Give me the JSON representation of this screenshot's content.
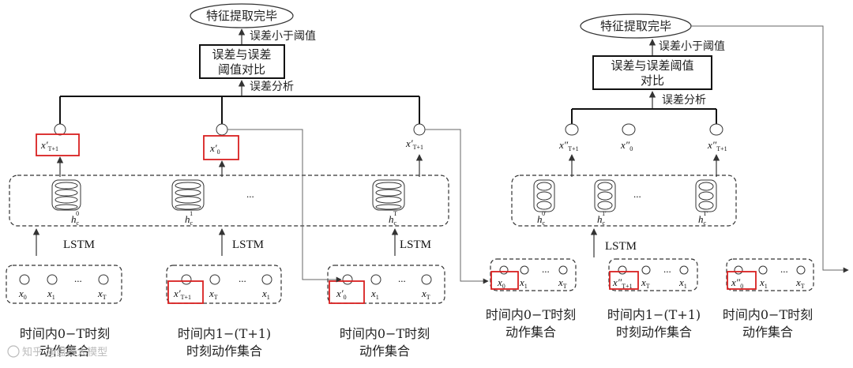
{
  "left": {
    "done_label": "特征提取完毕",
    "error_small_label": "误差小于阈值",
    "compare_label_line1": "误差与误差",
    "compare_label_line2": "阈值对比",
    "analysis_label": "误差分析",
    "outputs": [
      "x′",
      "x′",
      "x′"
    ],
    "output_subs": [
      "T+1",
      "0",
      "T+1"
    ],
    "hidden": [
      "h",
      "h",
      "h"
    ],
    "hidden_sups": [
      "0",
      "1",
      "T"
    ],
    "hidden_sub": "c",
    "ellipsis": "...",
    "lstm": "LSTM",
    "groups": [
      {
        "inputs": [
          "x",
          "x",
          "x"
        ],
        "subs": [
          "0",
          "1",
          "T"
        ],
        "caption1": "时间内0−T时刻",
        "caption2": "动作集合"
      },
      {
        "inputs": [
          "x′",
          "x",
          "x"
        ],
        "subs": [
          "T+1",
          "T",
          "1"
        ],
        "caption1": "时间内1−(T+1)",
        "caption2": "时刻动作集合"
      },
      {
        "inputs": [
          "x′",
          "x",
          "x"
        ],
        "subs": [
          "0",
          "1",
          "T"
        ],
        "caption1": "时间内0−T时刻",
        "caption2": "动作集合"
      }
    ]
  },
  "right": {
    "done_label": "特征提取完毕",
    "error_small_label": "误差小于阈值",
    "compare_label_line1": "误差与误差阈值",
    "compare_label_line2": "对比",
    "analysis_label": "误差分析",
    "outputs": [
      "x″",
      "x″",
      "x″"
    ],
    "output_subs": [
      "T+1",
      "0",
      "T+1"
    ],
    "hidden": [
      "h",
      "h",
      "h"
    ],
    "hidden_sups": [
      "0′",
      "1′",
      "T′"
    ],
    "hidden_sub": "c",
    "ellipsis": "...",
    "lstm": "LSTM",
    "groups": [
      {
        "inputs": [
          "x",
          "x",
          "x"
        ],
        "subs": [
          "0",
          "1",
          "T"
        ],
        "caption1": "时间内0−T时刻",
        "caption2": "动作集合"
      },
      {
        "inputs": [
          "x″",
          "x",
          "x"
        ],
        "subs": [
          "T+1",
          "T",
          "1"
        ],
        "caption1": "时间内1−(T+1)",
        "caption2": "时刻动作集合"
      },
      {
        "inputs": [
          "x″",
          "x",
          "x"
        ],
        "subs": [
          "0",
          "1",
          "T"
        ],
        "caption1": "时间内0−T时刻",
        "caption2": "动作集合"
      }
    ]
  },
  "watermark": "知乎 @盘古大模型"
}
